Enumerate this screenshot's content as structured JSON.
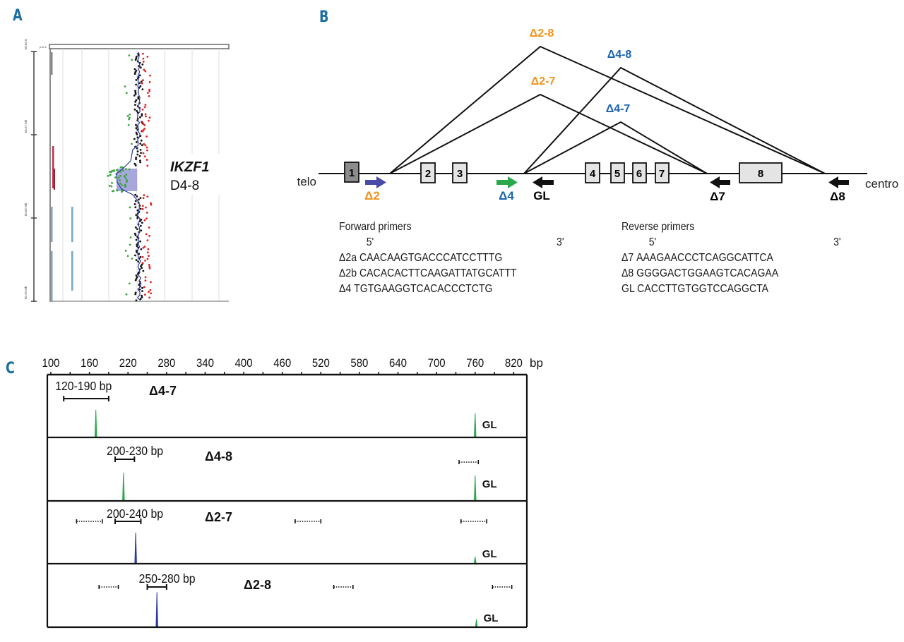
{
  "panels": {
    "a": {
      "letter": "A",
      "band_label": "p12.2",
      "y_ticks": [
        "50.03 Mb",
        "50.27 Mb",
        "50.52 Mb",
        "50.76 Mb"
      ],
      "gene_label": "IKZF1",
      "deletion_label": "D4-8",
      "colors": {
        "gain": "#e02020",
        "loss": "#3aa63a",
        "neutral": "#111111",
        "trend": "#2b3a9a",
        "deleted_region": "#8a8ad0"
      }
    },
    "b": {
      "letter": "B",
      "telo_label": "telo",
      "centro_label": "centro",
      "exons": [
        "1",
        "2",
        "3",
        "4",
        "5",
        "6",
        "7",
        "8"
      ],
      "deletions": [
        {
          "label": "Δ2-8",
          "color": "#f0921e"
        },
        {
          "label": "Δ2-7",
          "color": "#f0921e"
        },
        {
          "label": "Δ4-8",
          "color": "#1a63b0"
        },
        {
          "label": "Δ4-7",
          "color": "#1a63b0"
        }
      ],
      "primer_arrows": [
        {
          "label": "Δ2",
          "direction": "forward",
          "arrow_color": "#4a4aa8",
          "label_color": "#f0921e"
        },
        {
          "label": "Δ4",
          "direction": "forward",
          "arrow_color": "#2aa84a",
          "label_color": "#1a63b0"
        },
        {
          "label": "GL",
          "direction": "reverse",
          "arrow_color": "#111111",
          "label_color": "#111111"
        },
        {
          "label": "Δ7",
          "direction": "reverse",
          "arrow_color": "#111111",
          "label_color": "#111111"
        },
        {
          "label": "Δ8",
          "direction": "reverse",
          "arrow_color": "#111111",
          "label_color": "#111111"
        }
      ],
      "forward_primers": {
        "title": "Forward primers",
        "five_prime": "5'",
        "three_prime": "3'",
        "rows": [
          "Δ2a CAACAAGTGACCCATCCTTTG",
          "Δ2b CACACACTTCAAGATTATGCATTT",
          "Δ4 TGTGAAGGTCACACCCTCTG"
        ]
      },
      "reverse_primers": {
        "title": "Reverse primers",
        "five_prime": "5'",
        "three_prime": "3'",
        "rows": [
          "Δ7 AAAGAACCCTCAGGCATTCA",
          "Δ8 GGGGACTGGAAGTCACAGAA",
          "GL CACCTTGTGGTCCAGGCTA"
        ]
      }
    },
    "c": {
      "letter": "C"
    }
  },
  "chart_data": {
    "type": "bar",
    "title": "",
    "xlabel": "bp",
    "x_tick_labels": [
      "100",
      "160",
      "220",
      "280",
      "340",
      "400",
      "460",
      "520",
      "580",
      "640",
      "700",
      "760",
      "820"
    ],
    "x_unit_label": "bp",
    "xlim": [
      100,
      840
    ],
    "lanes": [
      {
        "name": "Δ4-7",
        "range_label": "120-190 bp",
        "expected_range": [
          120,
          190
        ],
        "other_ranges": [],
        "peaks": [
          {
            "x": 170,
            "height": 0.8,
            "color": "#2aa84a"
          },
          {
            "x": 760,
            "height": 0.7,
            "color": "#2aa84a",
            "label": "GL"
          }
        ]
      },
      {
        "name": "Δ4-8",
        "range_label": "200-230 bp",
        "expected_range": [
          200,
          230
        ],
        "other_ranges": [
          [
            735,
            765
          ]
        ],
        "peaks": [
          {
            "x": 213,
            "height": 0.8,
            "color": "#2aa84a"
          },
          {
            "x": 760,
            "height": 0.72,
            "color": "#2aa84a",
            "label": "GL"
          }
        ]
      },
      {
        "name": "Δ2-7",
        "range_label": "200-240 bp",
        "expected_range": [
          200,
          240
        ],
        "other_ranges": [
          [
            140,
            180
          ],
          [
            480,
            520
          ],
          [
            738,
            778
          ]
        ],
        "peaks": [
          {
            "x": 232,
            "height": 0.9,
            "color": "#2b3aa0"
          },
          {
            "x": 760,
            "height": 0.18,
            "color": "#2aa84a",
            "label": "GL"
          }
        ]
      },
      {
        "name": "Δ2-8",
        "range_label": "250-280 bp",
        "expected_range": [
          250,
          280
        ],
        "other_ranges": [
          [
            175,
            205
          ],
          [
            540,
            570
          ],
          [
            787,
            817
          ]
        ],
        "peaks": [
          {
            "x": 265,
            "height": 1.0,
            "color": "#2b3aa0"
          },
          {
            "x": 762,
            "height": 0.2,
            "color": "#2aa84a",
            "label": "GL"
          }
        ]
      }
    ]
  }
}
